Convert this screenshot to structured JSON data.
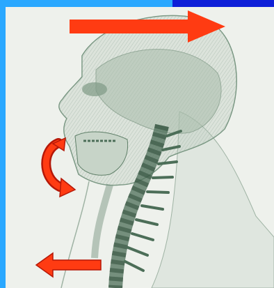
{
  "colors": {
    "frame": "#0e1fd8",
    "cyan_accent": "#2aa8ff",
    "paper": "#eef1ec",
    "sketch": "#6f8f79",
    "sketch_dark": "#4c6e58",
    "arrow_red": "#ff3b12",
    "arrow_outline": "#b51808"
  },
  "arrows": [
    {
      "name": "forward-arrow",
      "direction": "right"
    },
    {
      "name": "chin-rotation-arrow",
      "direction": "counter-clockwise"
    },
    {
      "name": "backward-arrow",
      "direction": "left"
    }
  ]
}
